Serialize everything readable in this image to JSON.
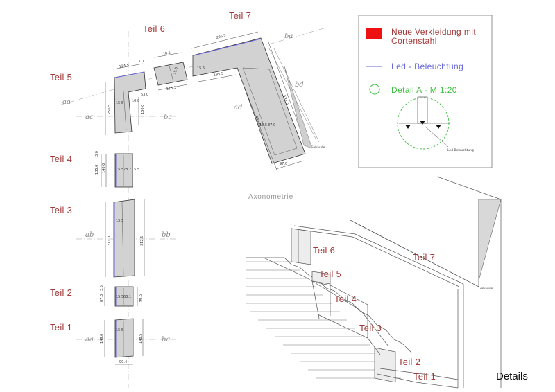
{
  "parts": {
    "teil7": "Teil 7",
    "teil6": "Teil 6",
    "teil5": "Teil 5",
    "teil4": "Teil 4",
    "teil3": "Teil 3",
    "teil2": "Teil 2",
    "teil1": "Teil 1"
  },
  "legend": {
    "cortenstahl_line1": "Neue Verkleidung mit",
    "cortenstahl_line2": "Cortenstahl",
    "led": "Led - Beleuchtung",
    "detail": "Detail A - M 1:20",
    "detail_labels": {
      "led_beleuchtung": "Led-Beleuchtung"
    },
    "colors": {
      "cortenstahl": "#ee1111",
      "led": "#6a6ad8",
      "detail": "#3fbf3f"
    }
  },
  "axonometrie": "Axonometrie",
  "details": "Details",
  "dimensions": {
    "teil7_top": "296.5",
    "teil7_inner": "195.5",
    "teil7_side": "532.0",
    "teil7_diag": "445.5",
    "teil7_bottom": "97.0",
    "teil7_small": "87.0",
    "teil6_top": "118.5",
    "teil6_bottom": "118.5",
    "teil5_top": "124.5",
    "teil5_a": "3.0",
    "teil5_b": "53.0",
    "teil5_side": "256.5",
    "teil5_c": "130.0",
    "teil4_a": "135.0",
    "teil4_b": "140.0",
    "teil4_c": "78.7",
    "teil4_d": "3.0",
    "teil3_a": "311.0",
    "teil3_b": "312.5",
    "teil2_a": "87.0",
    "teil2_b": "90.5",
    "teil2_c": "63.1",
    "teil2_d": "3.5",
    "teil1_a": "149.0",
    "teil1_b": "148.5",
    "teil1_c": "90.4",
    "common_a": "15.5",
    "common_b": "10.0"
  },
  "axis_labels": [
    "aa",
    "ab",
    "ac",
    "ad",
    "ba",
    "bb",
    "bc",
    "bd"
  ]
}
